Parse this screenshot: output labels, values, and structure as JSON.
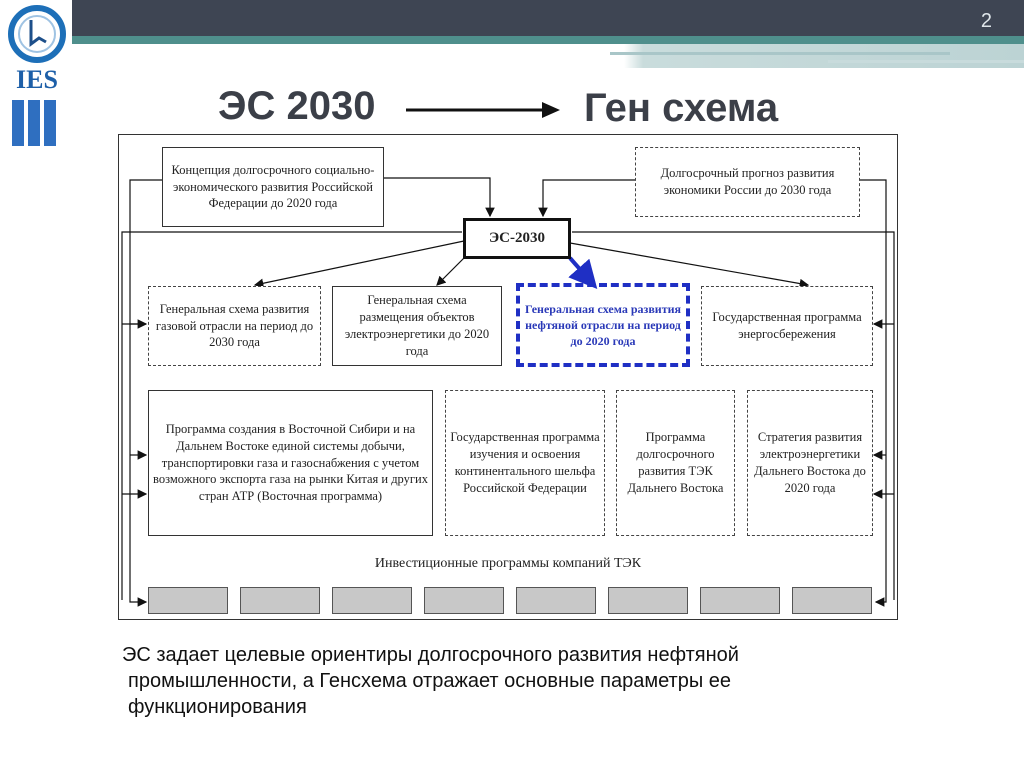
{
  "slide": {
    "number": "2"
  },
  "logo": {
    "text": "IES"
  },
  "title": {
    "left": "ЭС 2030",
    "right": "Ген схема"
  },
  "diagram": {
    "top_left": "Концепция долгосрочного социально-экономического развития Российской Федерации до 2020 года",
    "top_right": "Долгосрочный прогноз развития экономики России до 2030 года",
    "center": "ЭС-2030",
    "row1": [
      "Генеральная схема развития газовой отрасли на период до 2030 года",
      "Генеральная схема размещения объектов электроэнергетики до 2020 года",
      "Генеральная схема развития нефтяной отрасли на период до 2020 года",
      "Государственная программа энергосбережения"
    ],
    "row2": [
      "Программа создания в Восточной Сибири и на Дальнем Востоке единой системы добычи, транспортировки газа и газоснабжения с учетом возможного экспорта газа на рынки Китая и других стран АТР (Восточная программа)",
      "Государственная программа изучения и освоения континентального шельфа Российской Федерации",
      "Программа долгосрочного развития ТЭК Дальнего Востока",
      "Стратегия развития электроэнергетики Дальнего Востока до 2020 года"
    ],
    "investment_label": "Инвестиционные программы компаний ТЭК"
  },
  "caption": {
    "line1": "ЭС задает целевые ориентиры долгосрочного развития нефтяной",
    "line2": "промышленности, а Генсхема отражает основные параметры ее",
    "line3": "функционирования"
  },
  "colors": {
    "header_dark": "#3e4553",
    "header_teal": "#4f8f8c",
    "highlight_blue": "#1f2fc4"
  }
}
